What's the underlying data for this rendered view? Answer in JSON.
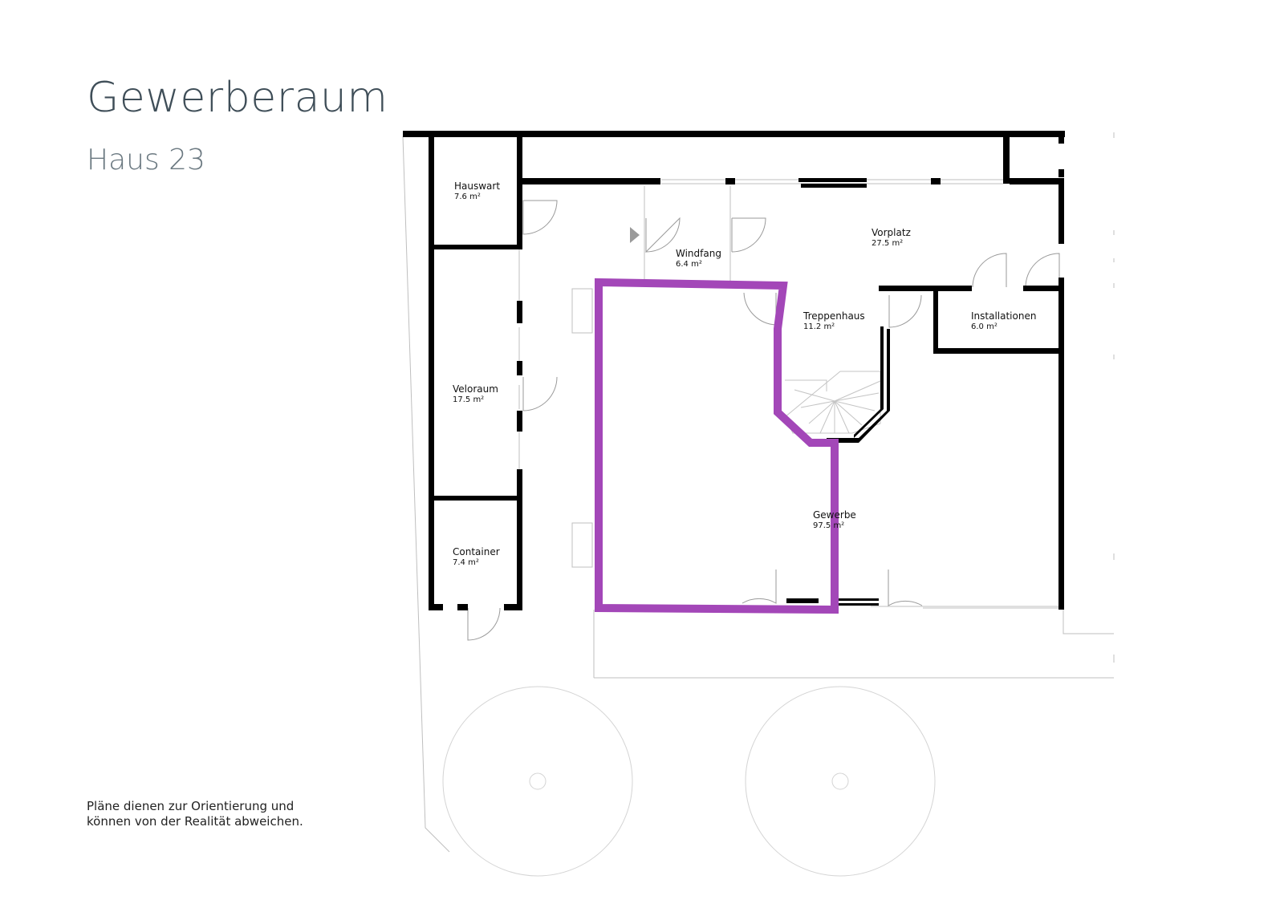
{
  "header": {
    "title": "Gewerberaum",
    "subtitle": "Haus 23"
  },
  "footer": {
    "disclaimer": "Pläne dienen zur Orientierung und\nkönnen von der Realität abweichen."
  },
  "colors": {
    "highlight": "#a347b8",
    "wall": "#000000",
    "thin_line": "#bfbfbf",
    "title": "#3f4e58",
    "subtitle": "#6a7880"
  },
  "rooms": [
    {
      "id": "hauswart",
      "name": "Hauswart",
      "area": "7.6 m²"
    },
    {
      "id": "veloraum",
      "name": "Veloraum",
      "area": "17.5 m²"
    },
    {
      "id": "container",
      "name": "Container",
      "area": "7.4 m²"
    },
    {
      "id": "windfang",
      "name": "Windfang",
      "area": "6.4 m²"
    },
    {
      "id": "vorplatz",
      "name": "Vorplatz",
      "area": "27.5 m²"
    },
    {
      "id": "treppenhaus",
      "name": "Treppenhaus",
      "area": "11.2 m²"
    },
    {
      "id": "installationen",
      "name": "Installationen",
      "area": "6.0 m²"
    },
    {
      "id": "gewerbe",
      "name": "Gewerbe",
      "area": "97.5 m²"
    }
  ]
}
